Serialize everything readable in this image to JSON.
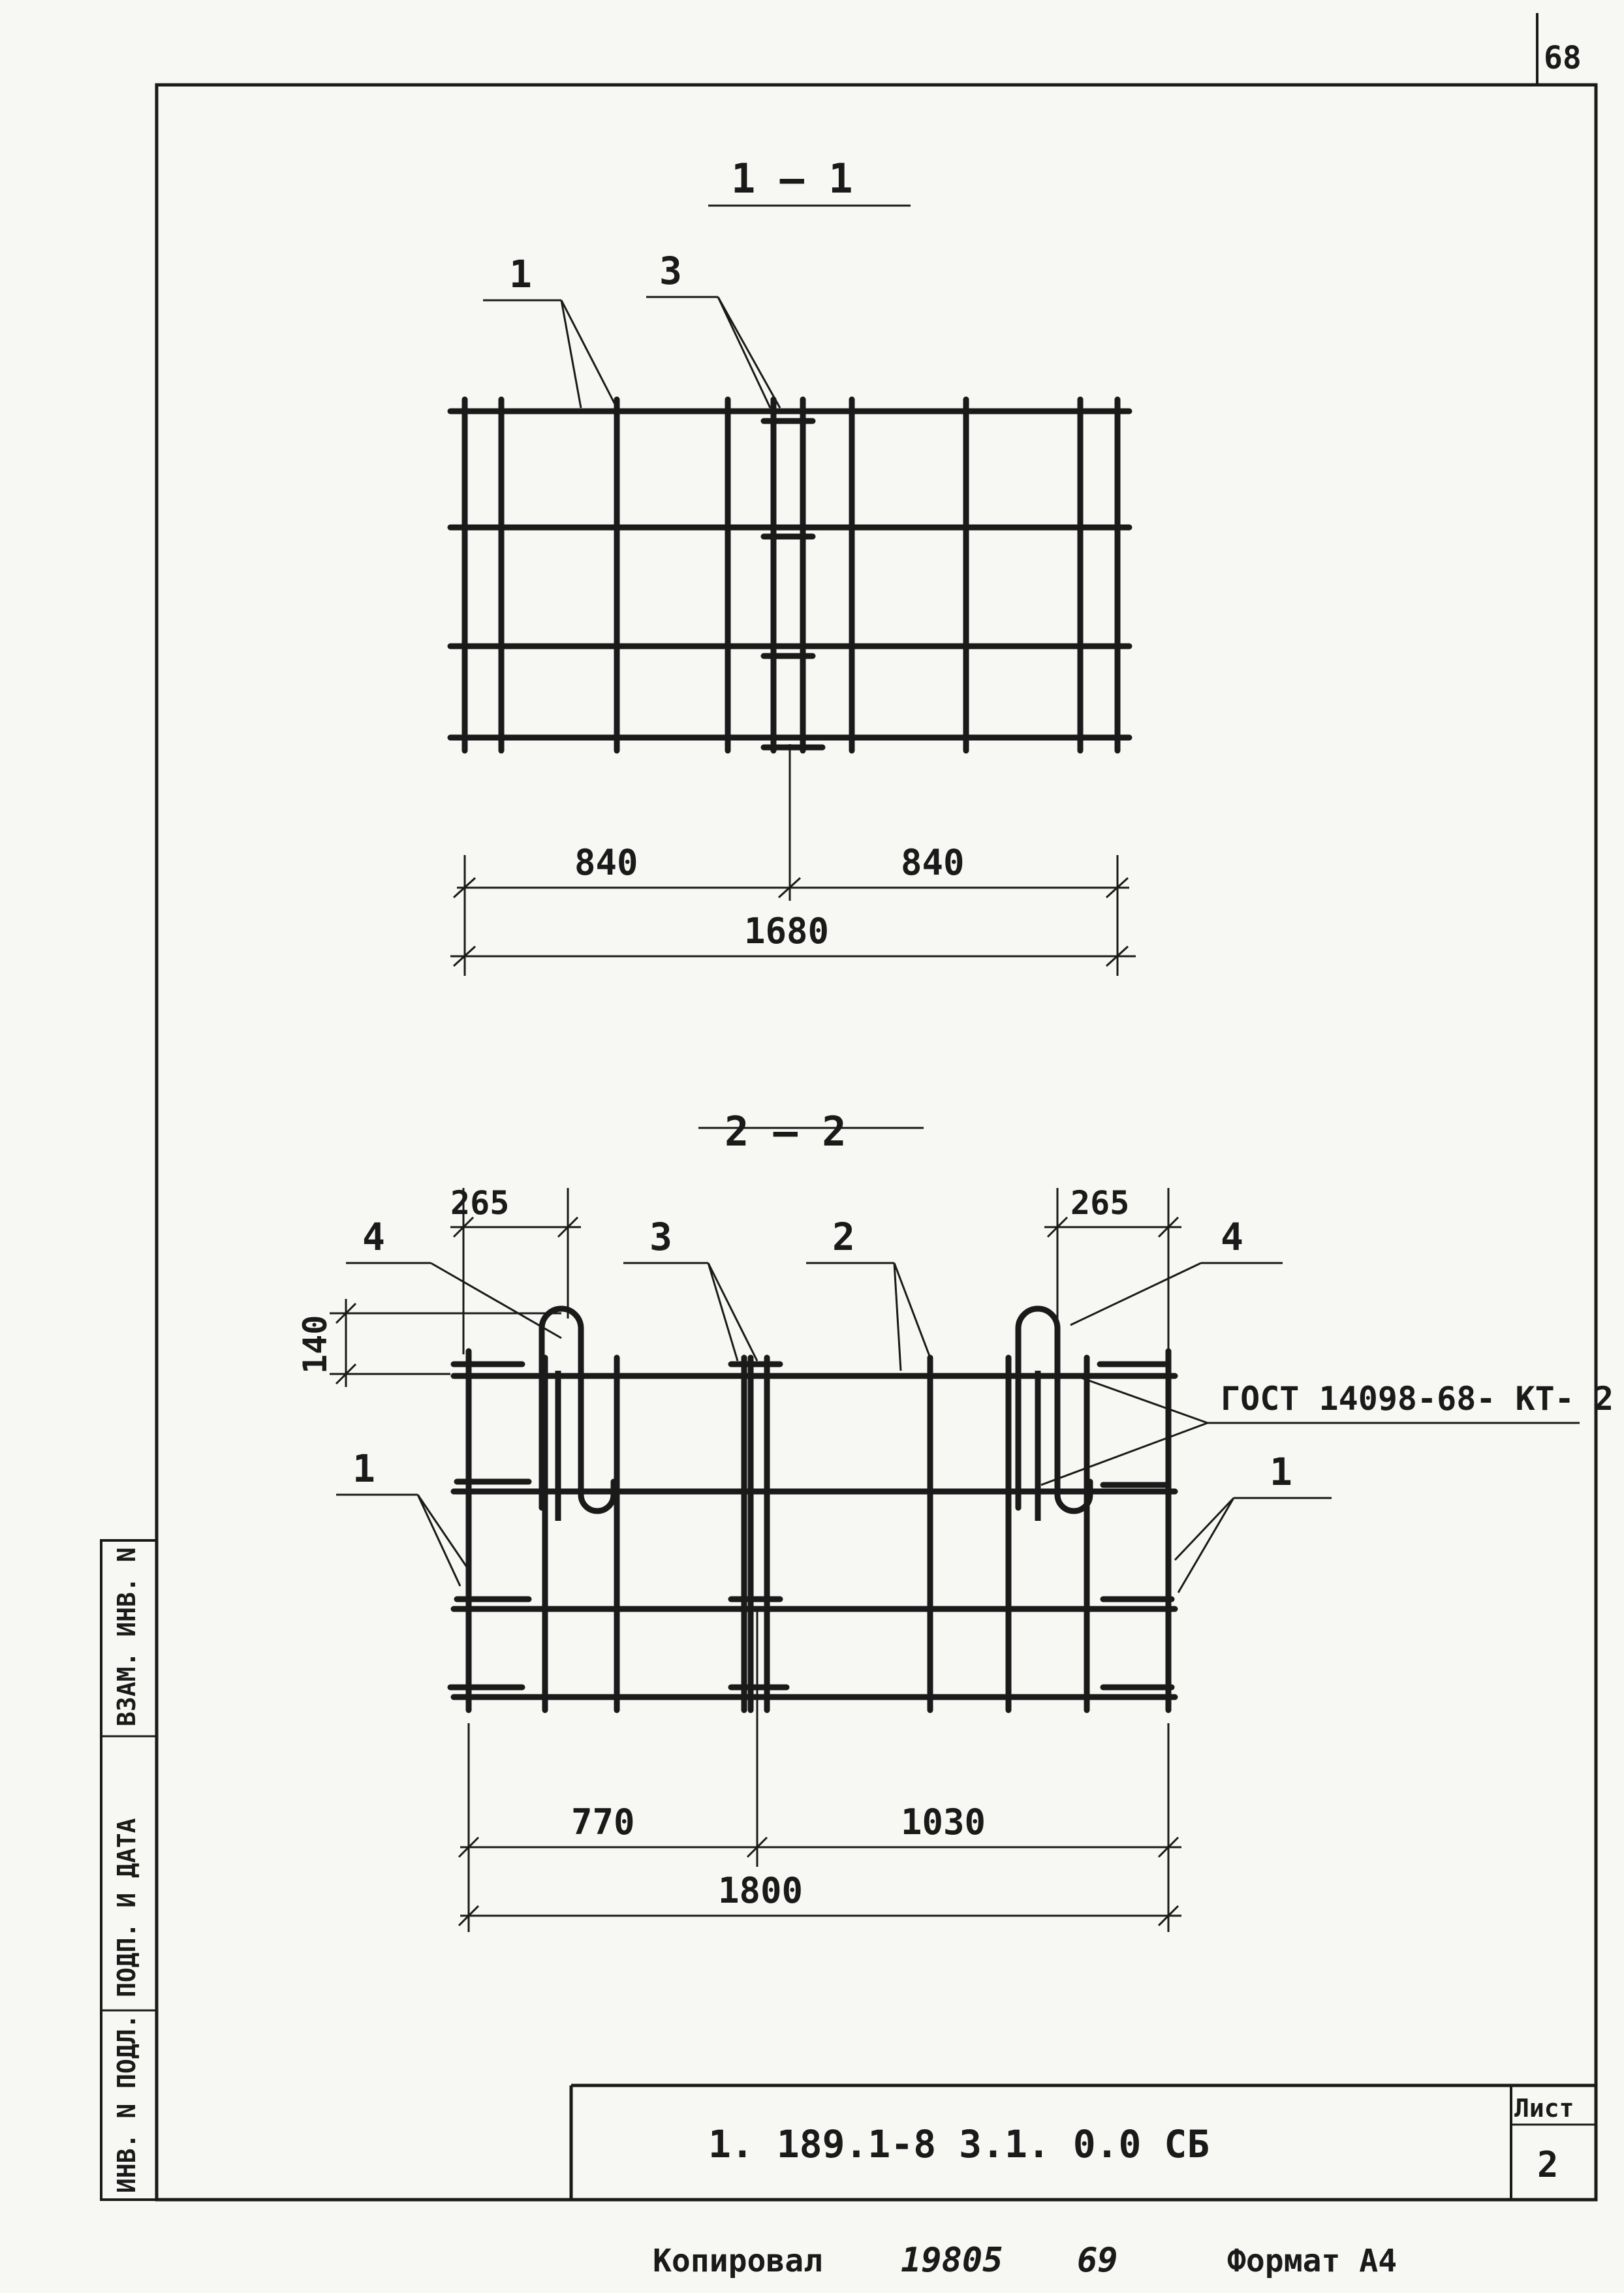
{
  "sheet_number": "68",
  "section_1": {
    "title": "1 — 1",
    "callouts": [
      "1",
      "3"
    ],
    "dims": {
      "left": "840",
      "right": "840",
      "total": "1680"
    }
  },
  "section_2": {
    "title": "2 — 2",
    "callouts": [
      "4",
      "3",
      "2",
      "4",
      "1",
      "1"
    ],
    "dims": {
      "top_left": "265",
      "top_right": "265",
      "height": "140",
      "left": "770",
      "right": "1030",
      "total": "1800"
    },
    "gost_note": "ГОСТ 14098-68- КТ- 2"
  },
  "side_stamp": {
    "col1": "ИНВ. N ПОДЛ.",
    "col2": "ПОДП. И ДАТА",
    "col3": "ВЗАМ. ИНВ. N"
  },
  "title_block": {
    "designation": "1. 189.1-8   3.1. 0.0 СБ",
    "sheet_label": "Лист",
    "sheet_no": "2"
  },
  "footer": {
    "copied": "Копировал",
    "number": "19805",
    "year": "69",
    "format": "Формат А4"
  }
}
